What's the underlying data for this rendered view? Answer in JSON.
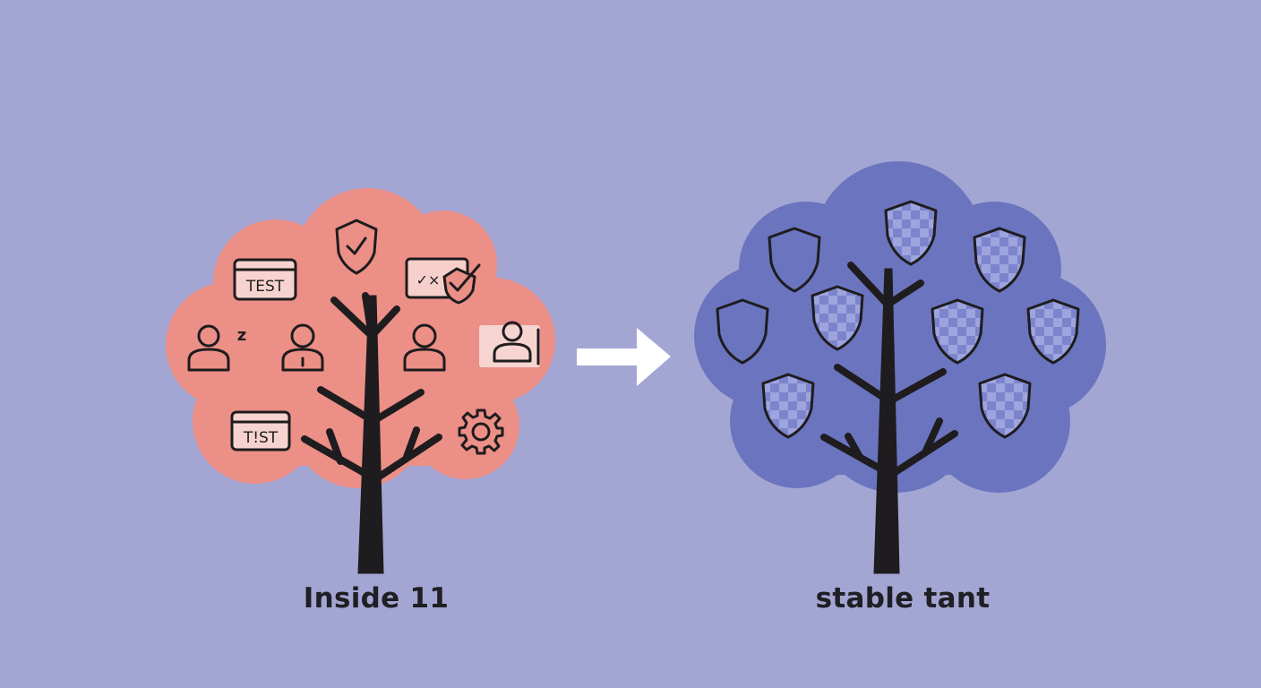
{
  "background_color": "#a3a6d3",
  "left_tree": {
    "caption": "Inside 11",
    "canopy_color": "#ec8f87",
    "trunk_color": "#1e1c1e",
    "icons": [
      {
        "name": "test-badge-icon",
        "label": "TEST"
      },
      {
        "name": "shield-check-icon"
      },
      {
        "name": "checklist-shield-icon",
        "label": "✓×"
      },
      {
        "name": "sleeping-user-icon",
        "label": "z"
      },
      {
        "name": "user-icon"
      },
      {
        "name": "user-icon"
      },
      {
        "name": "user-card-icon"
      },
      {
        "name": "test-badge-icon",
        "label": "T!ST"
      },
      {
        "name": "gear-icon"
      }
    ]
  },
  "arrow": {
    "name": "right-arrow-icon",
    "color": "#ffffff"
  },
  "right_tree": {
    "caption": "stable tant",
    "canopy_color": "#6b74bf",
    "trunk_color": "#1e1c1e",
    "icons": [
      {
        "name": "shield-icon"
      },
      {
        "name": "shield-icon"
      },
      {
        "name": "shield-icon"
      },
      {
        "name": "shield-icon"
      },
      {
        "name": "shield-icon"
      },
      {
        "name": "shield-icon"
      },
      {
        "name": "shield-icon"
      },
      {
        "name": "shield-icon"
      },
      {
        "name": "shield-icon"
      }
    ]
  }
}
